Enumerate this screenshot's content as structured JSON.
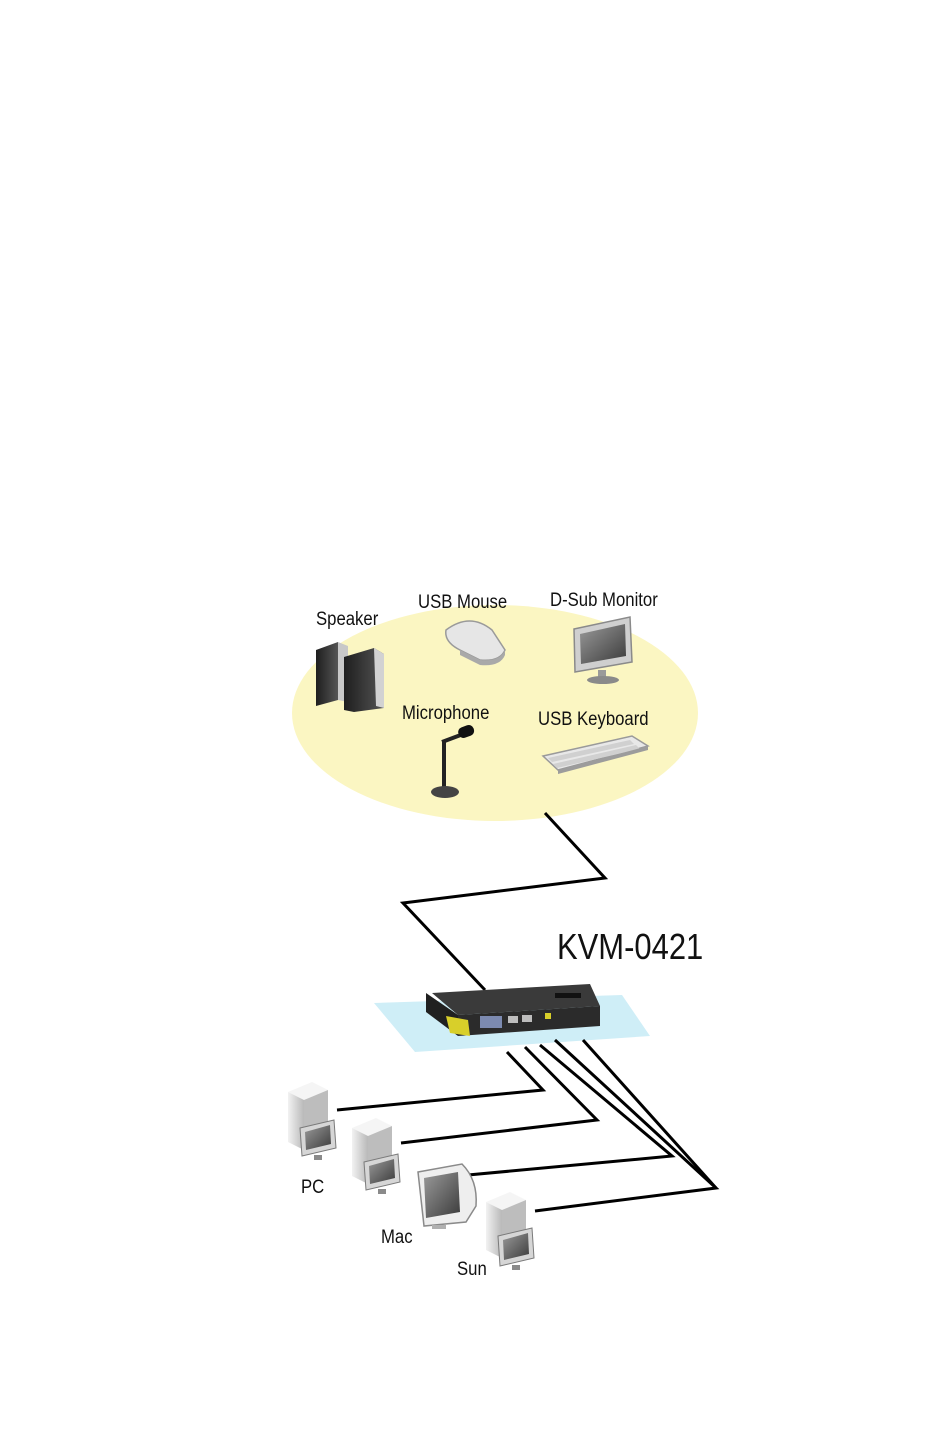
{
  "diagram": {
    "model_label": "KVM-0421",
    "peripherals": {
      "speaker": "Speaker",
      "usb_mouse": "USB Mouse",
      "dsub_monitor": "D-Sub Monitor",
      "microphone": "Microphone",
      "usb_keyboard": "USB Keyboard"
    },
    "computers": {
      "pc": "PC",
      "mac": "Mac",
      "sun": "Sun"
    },
    "colors": {
      "console_zone": "#fbf6c2",
      "switch_pad": "#cfeef7",
      "switch_body": "#2b2b2b",
      "switch_accent": "#d8cf2a",
      "cable": "#000000"
    }
  }
}
